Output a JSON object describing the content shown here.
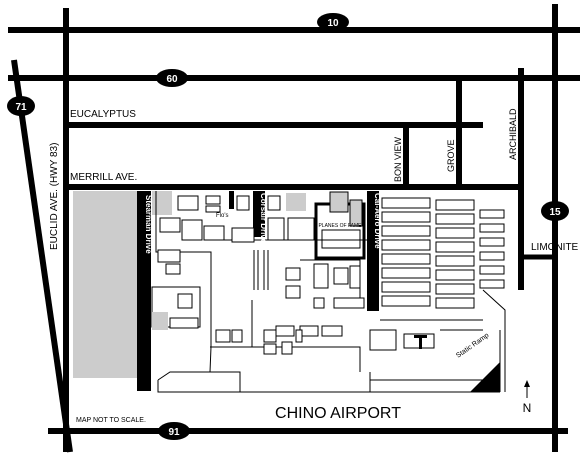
{
  "map": {
    "title": "CHINO AIRPORT",
    "scale_note": "MAP NOT TO SCALE.",
    "north_label": "N",
    "highways": {
      "hwy10": "10",
      "hwy60": "60",
      "hwy71": "71",
      "hwy15": "15",
      "hwy91": "91"
    },
    "streets": {
      "eucalyptus": "EUCALYPTUS",
      "merrill": "MERRILL AVE.",
      "euclid": "EUCLID AVE. (HWY 83)",
      "bon_view": "BON VIEW",
      "grove": "GROVE",
      "archibald": "ARCHIBALD",
      "limonite": "LIMONITE",
      "stearman": "Stearman Drive",
      "corsair": "Corsair Drive",
      "cal_aero": "Cal-Aero Drive",
      "static_ramp": "Static Ramp"
    },
    "places": {
      "flos": "Flo's",
      "planes_of_fame": "PLANES OF FAME"
    }
  }
}
